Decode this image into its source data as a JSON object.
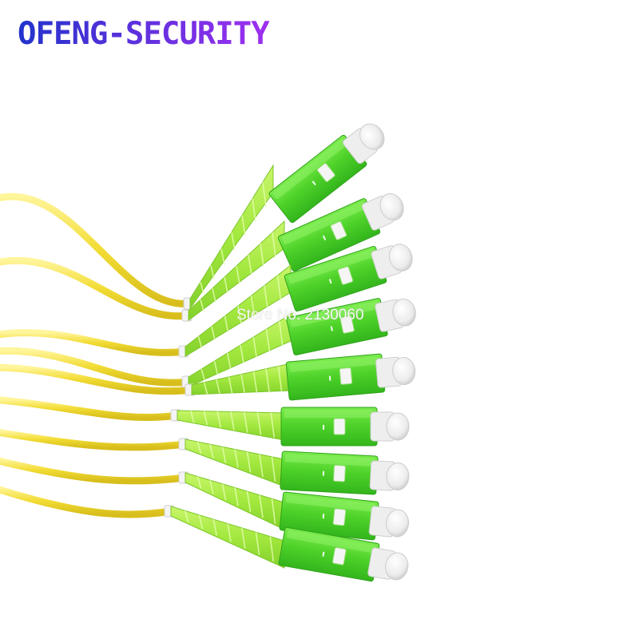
{
  "brand": {
    "logo_text": "OFENG-SECURITY",
    "gradient_start": "#2233cc",
    "gradient_end": "#9f2ff0"
  },
  "watermark": {
    "text": "Store No: 2130060"
  },
  "colors": {
    "background": "#ffffff",
    "cable": "#f4e03a",
    "connector": "#5edc30",
    "boot": "#a8ee44",
    "dust_cap": "#f2f2f2"
  },
  "photo": {
    "subject": "SC/APC fiber optic pigtails",
    "connector_count": 9,
    "icons": [
      "sc-apc-connector-icon",
      "dust-cap-icon",
      "fiber-cable-icon"
    ]
  }
}
